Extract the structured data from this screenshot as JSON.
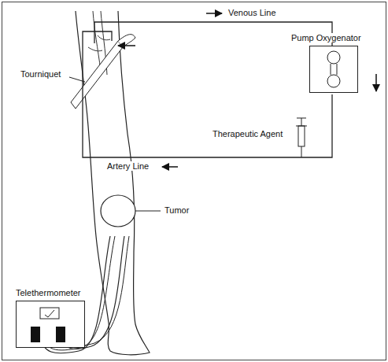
{
  "diagram": {
    "nodes": [
      {
        "text": [
          "Pump Oxygenator"
        ]
      },
      {
        "text": [
          "Telethermometer"
        ]
      }
    ],
    "labels": [
      "Venous Line",
      "Tourniquet",
      "Therapeutic Agent",
      "Artery Line",
      "Tumor"
    ]
  }
}
